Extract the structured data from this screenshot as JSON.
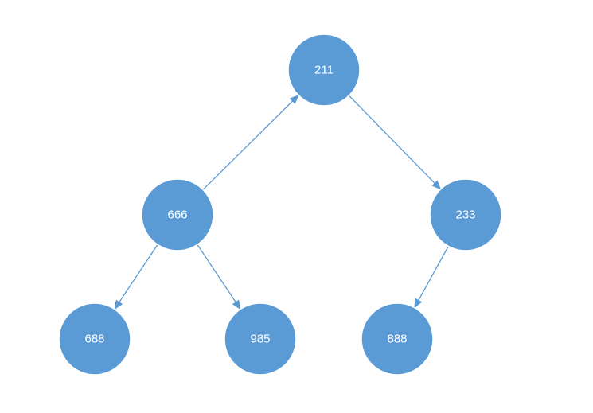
{
  "diagram": {
    "colors": {
      "node_fill": "#5b9bd5",
      "edge": "#5b9bd5",
      "label": "#ffffff",
      "background": "#ffffff"
    },
    "nodes": [
      {
        "id": "n211",
        "label": "211"
      },
      {
        "id": "n666",
        "label": "666"
      },
      {
        "id": "n233",
        "label": "233"
      },
      {
        "id": "n688",
        "label": "688"
      },
      {
        "id": "n985",
        "label": "985"
      },
      {
        "id": "n888",
        "label": "888"
      }
    ],
    "edges": [
      {
        "from": "n666",
        "to": "n211"
      },
      {
        "from": "n211",
        "to": "n233"
      },
      {
        "from": "n666",
        "to": "n688"
      },
      {
        "from": "n666",
        "to": "n985"
      },
      {
        "from": "n233",
        "to": "n888"
      }
    ]
  }
}
